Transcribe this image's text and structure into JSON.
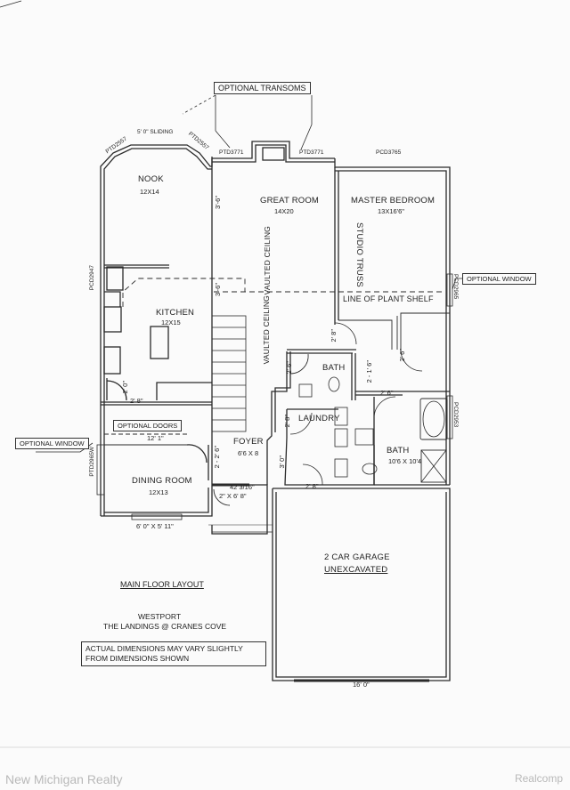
{
  "rooms": {
    "nook": {
      "name": "NOOK",
      "dims": "12X14"
    },
    "great_room": {
      "name": "GREAT ROOM",
      "dims": "14X20"
    },
    "master_bedroom": {
      "name": "MASTER BEDROOM",
      "dims": "13X16'6\""
    },
    "kitchen": {
      "name": "KITCHEN",
      "dims": "12X15"
    },
    "foyer": {
      "name": "FOYER",
      "dims": "6'6 X 8"
    },
    "dining_room": {
      "name": "DINING ROOM",
      "dims": "12X13"
    },
    "bath_1": {
      "name": "BATH"
    },
    "laundry": {
      "name": "LAUNDRY"
    },
    "bath_2": {
      "name": "BATH",
      "dims": "10'6 X 10'4"
    },
    "garage": {
      "name": "2 CAR GARAGE",
      "sub": "UNEXCAVATED"
    }
  },
  "callouts": {
    "optional_transoms": "OPTIONAL TRANSOMS",
    "optional_window_right": "OPTIONAL WINDOW",
    "optional_window_left": "OPTIONAL WINDOW",
    "optional_doors": "OPTIONAL DOORS",
    "line_of_plant_shelf": "LINE OF PLANT SHELF",
    "studio_truss": "STUDIO TRUSS",
    "vaulted_ceiling_1": "VAULTED CEILING",
    "vaulted_ceiling_2": "VAULTED CEILING"
  },
  "codes": {
    "ptd2557_left": "PTD2557",
    "ptd2557_right": "PTD2557",
    "sliding": "5' 0\" SLIDING",
    "ptd3771_left": "PTD3771",
    "ptd3771_right": "PTD3771",
    "pcd3765": "PCD3765",
    "pcd2947": "PCD2947",
    "pcd2965": "PCD2965",
    "pcd2953": "PCD2953",
    "ptd2965w": "PTD2965W"
  },
  "dimensions": {
    "d_3_6_top": "3'-6\"",
    "d_3_6_mid": "3'-6\"",
    "d_2_8_closet": "2' 8\"",
    "d_2_0_pantry": "2' 0\"",
    "d_2_8_pantry": "2' 8\"",
    "d_12_1": "12' 1\"",
    "d_2_6_foyer": "2 - 2' 6\"",
    "d_2_6_bath": "2' 6\"",
    "d_2_1_6": "2 - 1' 6\"",
    "d_2_6_wic": "2' 6\"",
    "d_2_6_hall": "2' 6\"",
    "d_2_8_laundry": "2' 8\"",
    "d_3_0": "3' 0\"",
    "d_2_8_garage": "2' 8\"",
    "d_front_door": "42 3/16\"",
    "d_front_door_2": "2\" X 6' 8\"",
    "d_window_dining": "6' 0\" X 5' 11\"",
    "d_garage_door": "16' 0\""
  },
  "titles": {
    "main_floor": "MAIN FLOOR LAYOUT",
    "model": "WESTPORT",
    "community": "THE LANDINGS @ CRANES COVE",
    "disclaimer_1": "ACTUAL DIMENSIONS MAY VARY SLIGHTLY",
    "disclaimer_2": "FROM DIMENSIONS SHOWN"
  },
  "watermark": {
    "left": "New Michigan Realty",
    "right": "Realcomp"
  },
  "colors": {
    "line": "#2a2a2a",
    "paper": "#fbfbfb"
  }
}
